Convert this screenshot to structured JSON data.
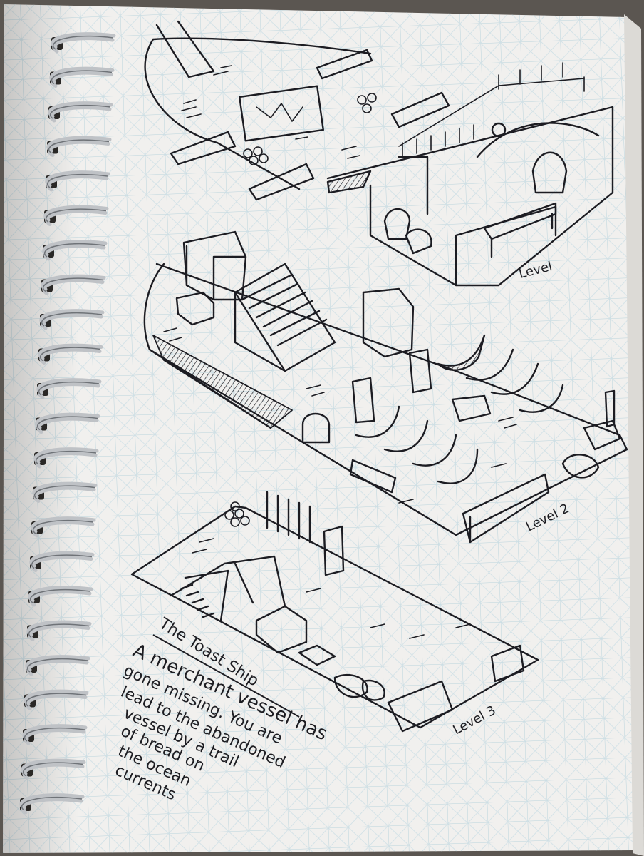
{
  "sketch": {
    "title": "The Toast Ship",
    "level_labels": [
      "Level",
      "Level 2",
      "Level 3"
    ],
    "description_lines": [
      "A merchant vessel has",
      "gone missing. You are",
      "lead to the abandoned",
      "vessel by a trail",
      "of bread on",
      "the ocean",
      "currents"
    ]
  },
  "colors": {
    "paper": "#f1f0ee",
    "grid": "#b9d3dc",
    "ink": "#1c1c22",
    "background": "#5b5651",
    "spiral": "#bfc2c6"
  }
}
